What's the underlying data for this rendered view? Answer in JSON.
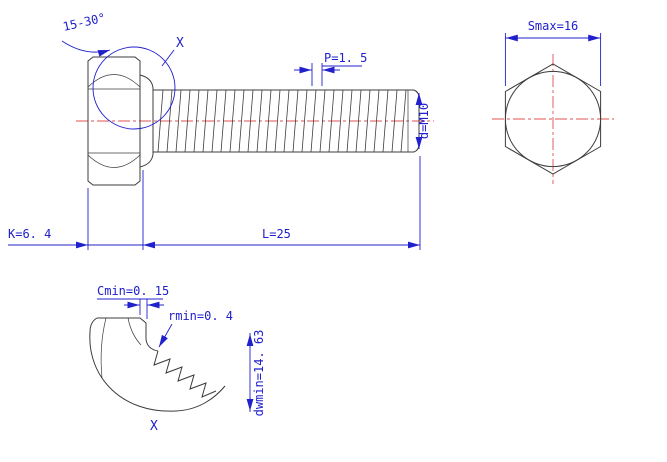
{
  "colors": {
    "outline": "#3c3c3c",
    "dimension": "#2020cc",
    "centerline": "#e05252"
  },
  "main_view": {
    "chamfer_angle_label": "15-30°",
    "detail_marker": "X",
    "pitch_label": "P=1. 5",
    "thread_size_label": "d=M10",
    "head_height_label": "K=6. 4",
    "length_label": "L=25"
  },
  "end_view": {
    "across_flats_label": "Smax=16"
  },
  "detail_view": {
    "chamfer_label": "Cmin=0. 15",
    "fillet_label": "rmin=0. 4",
    "washer_face_label": "dwmin=14. 63",
    "detail_marker": "X"
  }
}
